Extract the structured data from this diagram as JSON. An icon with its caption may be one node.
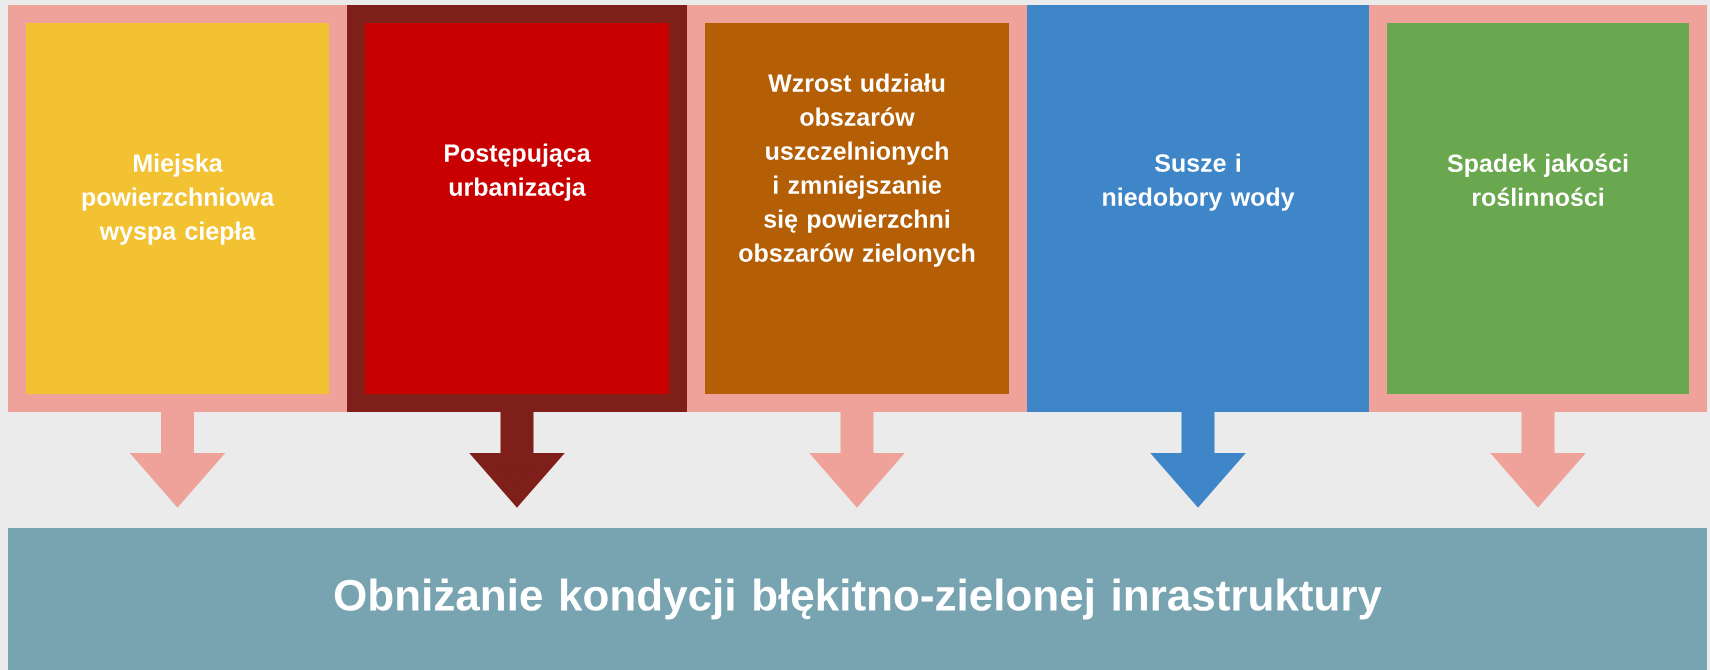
{
  "diagram": {
    "nodes": [
      {
        "text": [
          "Miejska powierzchniowa wyspa ciepła"
        ]
      },
      {
        "text": [
          "Postępująca urbanizacja"
        ]
      },
      {
        "text": [
          "Wzrost udziału obszarów uszczelnionych i zmniejszanie się powierzchni obszarów zielonych"
        ]
      },
      {
        "text": [
          "Susze i niedobory wody"
        ]
      },
      {
        "text": [
          "Spadek jakości roślinności"
        ]
      },
      {
        "text": [
          "Obniżanie kondycji błękitno-zielonej inrastruktury"
        ]
      }
    ],
    "edges": [
      {
        "from": 0,
        "to": 5,
        "arrow": "to"
      },
      {
        "from": 1,
        "to": 5,
        "arrow": "to",
        "color": "#7f1f1a"
      },
      {
        "from": 2,
        "to": 5,
        "arrow": "to"
      },
      {
        "from": 3,
        "to": 5,
        "arrow": "to",
        "color": "#3f86c8"
      },
      {
        "from": 4,
        "to": 5,
        "arrow": "to"
      }
    ]
  }
}
